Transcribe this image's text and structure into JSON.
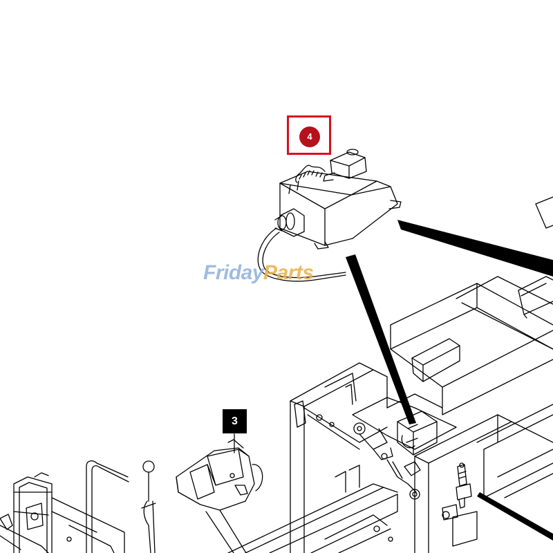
{
  "callouts": [
    {
      "label": "4",
      "style": "red-circle-in-red-box",
      "color": "#b5121b",
      "border": "#d8101c"
    },
    {
      "label": "3",
      "style": "black-square",
      "color": "#000000"
    }
  ],
  "watermark": {
    "part1": "Friday",
    "part2": "Parts",
    "colors": [
      "#8fb0da",
      "#e9b04a"
    ]
  },
  "line_color": "#000000",
  "background": "#ffffff"
}
